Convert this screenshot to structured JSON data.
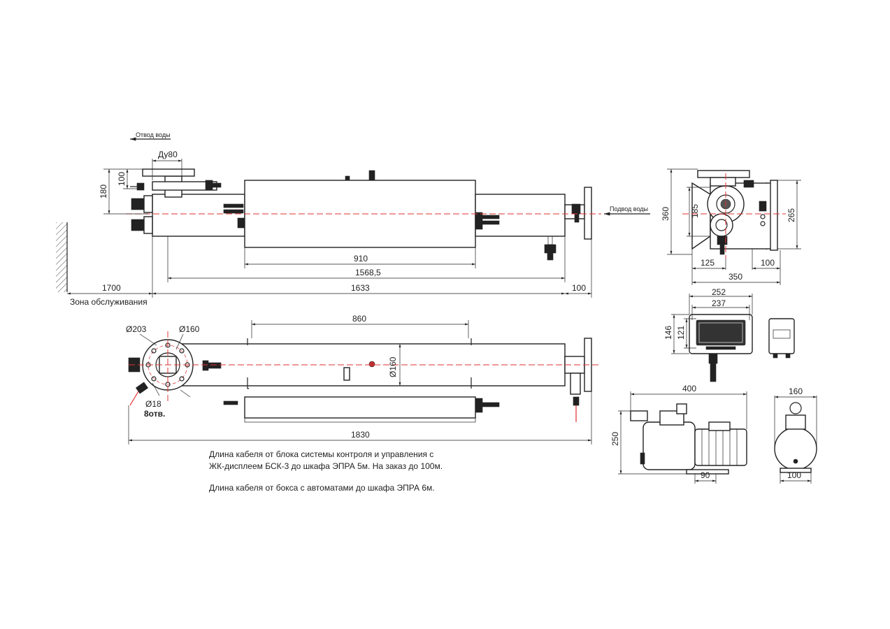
{
  "labels": {
    "drain": "Отвод воды",
    "supply": "Подвод воды",
    "dn": "Ду80",
    "service_zone": "Зона обслуживания",
    "flange_outer": "Ø203",
    "flange_inner": "Ø160",
    "holes_diam": "Ø18",
    "holes_count": "8отв.",
    "body_diam": "Ø160"
  },
  "dims": {
    "side_180": "180",
    "side_100": "100",
    "len_910": "910",
    "len_1568": "1568,5",
    "len_1633": "1633",
    "len_1700": "1700",
    "len_100": "100",
    "top_860": "860",
    "len_1830": "1830",
    "end_360": "360",
    "end_185": "185",
    "end_265": "265",
    "end_125": "125",
    "end_100": "100",
    "end_350": "350",
    "ctrl_252": "252",
    "ctrl_237": "237",
    "ctrl_146": "146",
    "ctrl_121": "121",
    "pump_400": "400",
    "pump_250": "250",
    "pump_90": "90",
    "pump_160": "160",
    "pump_100": "100"
  },
  "notes": [
    "Длина кабеля от блока системы контроля и управления с",
    "ЖК-дисплеем БСК-3 до шкафа ЭПРА 5м. На заказ до 100м.",
    "Длина кабеля от бокса с автоматами до шкафа ЭПРА 6м."
  ],
  "colors": {
    "line": "#222222",
    "axis": "#e03030",
    "background": "#ffffff"
  }
}
